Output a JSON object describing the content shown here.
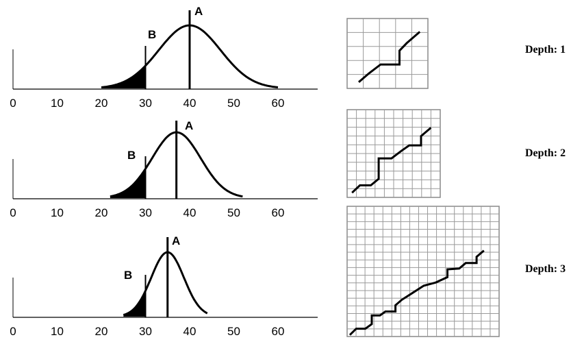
{
  "chart_data": [
    {
      "type": "line",
      "xticks": [
        0,
        10,
        20,
        30,
        40,
        50,
        60
      ],
      "curve": {
        "mean": 40,
        "sd": 7,
        "start": 20,
        "end": 60
      },
      "shaded_until": 30,
      "marker_a": {
        "label": "A",
        "x": 40
      },
      "marker_b": {
        "label": "B",
        "x": 30
      },
      "grid": {
        "cells": 5
      },
      "depth_label": "Depth: 1"
    },
    {
      "type": "line",
      "xticks": [
        0,
        10,
        20,
        30,
        40,
        50,
        60
      ],
      "curve": {
        "mean": 37,
        "sd": 5.5,
        "start": 22,
        "end": 52
      },
      "shaded_until": 30,
      "marker_a": {
        "label": "A",
        "x": 37
      },
      "marker_b": {
        "label": "B",
        "x": 30
      },
      "grid": {
        "cells": 10
      },
      "depth_label": "Depth: 2"
    },
    {
      "type": "line",
      "xticks": [
        0,
        10,
        20,
        30,
        40,
        50,
        60
      ],
      "curve": {
        "mean": 35,
        "sd": 3.7,
        "start": 25,
        "end": 44
      },
      "shaded_until": 30,
      "marker_a": {
        "label": "A",
        "x": 35
      },
      "marker_b": {
        "label": "B",
        "x": 30
      },
      "grid": {
        "cells": 17
      },
      "depth_label": "Depth: 3"
    }
  ]
}
